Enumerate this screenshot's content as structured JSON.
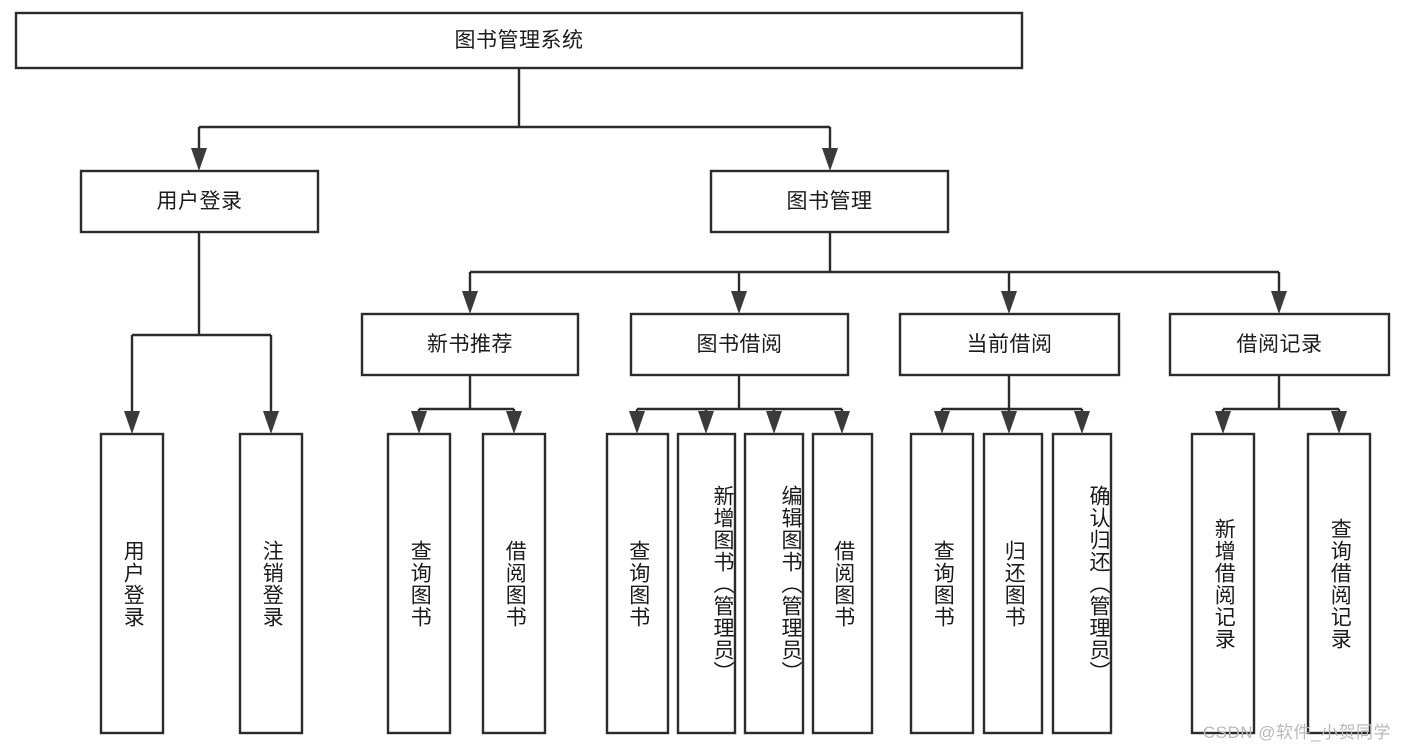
{
  "diagram": {
    "title": "图书管理系统",
    "type": "tree-hierarchy",
    "colors": {
      "box_stroke": "#2b2b2b",
      "box_fill": "#ffffff",
      "connector": "#2b2b2b",
      "text": "#1b1b1b",
      "watermark": "#b9b9b9",
      "background": "#ffffff"
    },
    "root": {
      "label": "图书管理系统"
    },
    "level2": [
      {
        "label": "用户登录"
      },
      {
        "label": "图书管理"
      }
    ],
    "level3": [
      {
        "label": "新书推荐"
      },
      {
        "label": "图书借阅"
      },
      {
        "label": "当前借阅"
      },
      {
        "label": "借阅记录"
      }
    ],
    "leaves": {
      "user_login": [
        {
          "label": "用户登录"
        },
        {
          "label": "注销登录"
        }
      ],
      "new_book_recommend": [
        {
          "label": "查询图书"
        },
        {
          "label": "借阅图书"
        }
      ],
      "book_borrow": [
        {
          "label": "查询图书"
        },
        {
          "label": "新增图书（管理员）"
        },
        {
          "label": "编辑图书（管理员）"
        },
        {
          "label": "借阅图书"
        }
      ],
      "current_borrow": [
        {
          "label": "查询图书"
        },
        {
          "label": "归还图书"
        },
        {
          "label": "确认归还（管理员）"
        }
      ],
      "borrow_record": [
        {
          "label": "新增借阅记录"
        },
        {
          "label": "查询借阅记录"
        }
      ]
    }
  },
  "watermark": {
    "text": "CSDN @软件_小贺同学"
  }
}
